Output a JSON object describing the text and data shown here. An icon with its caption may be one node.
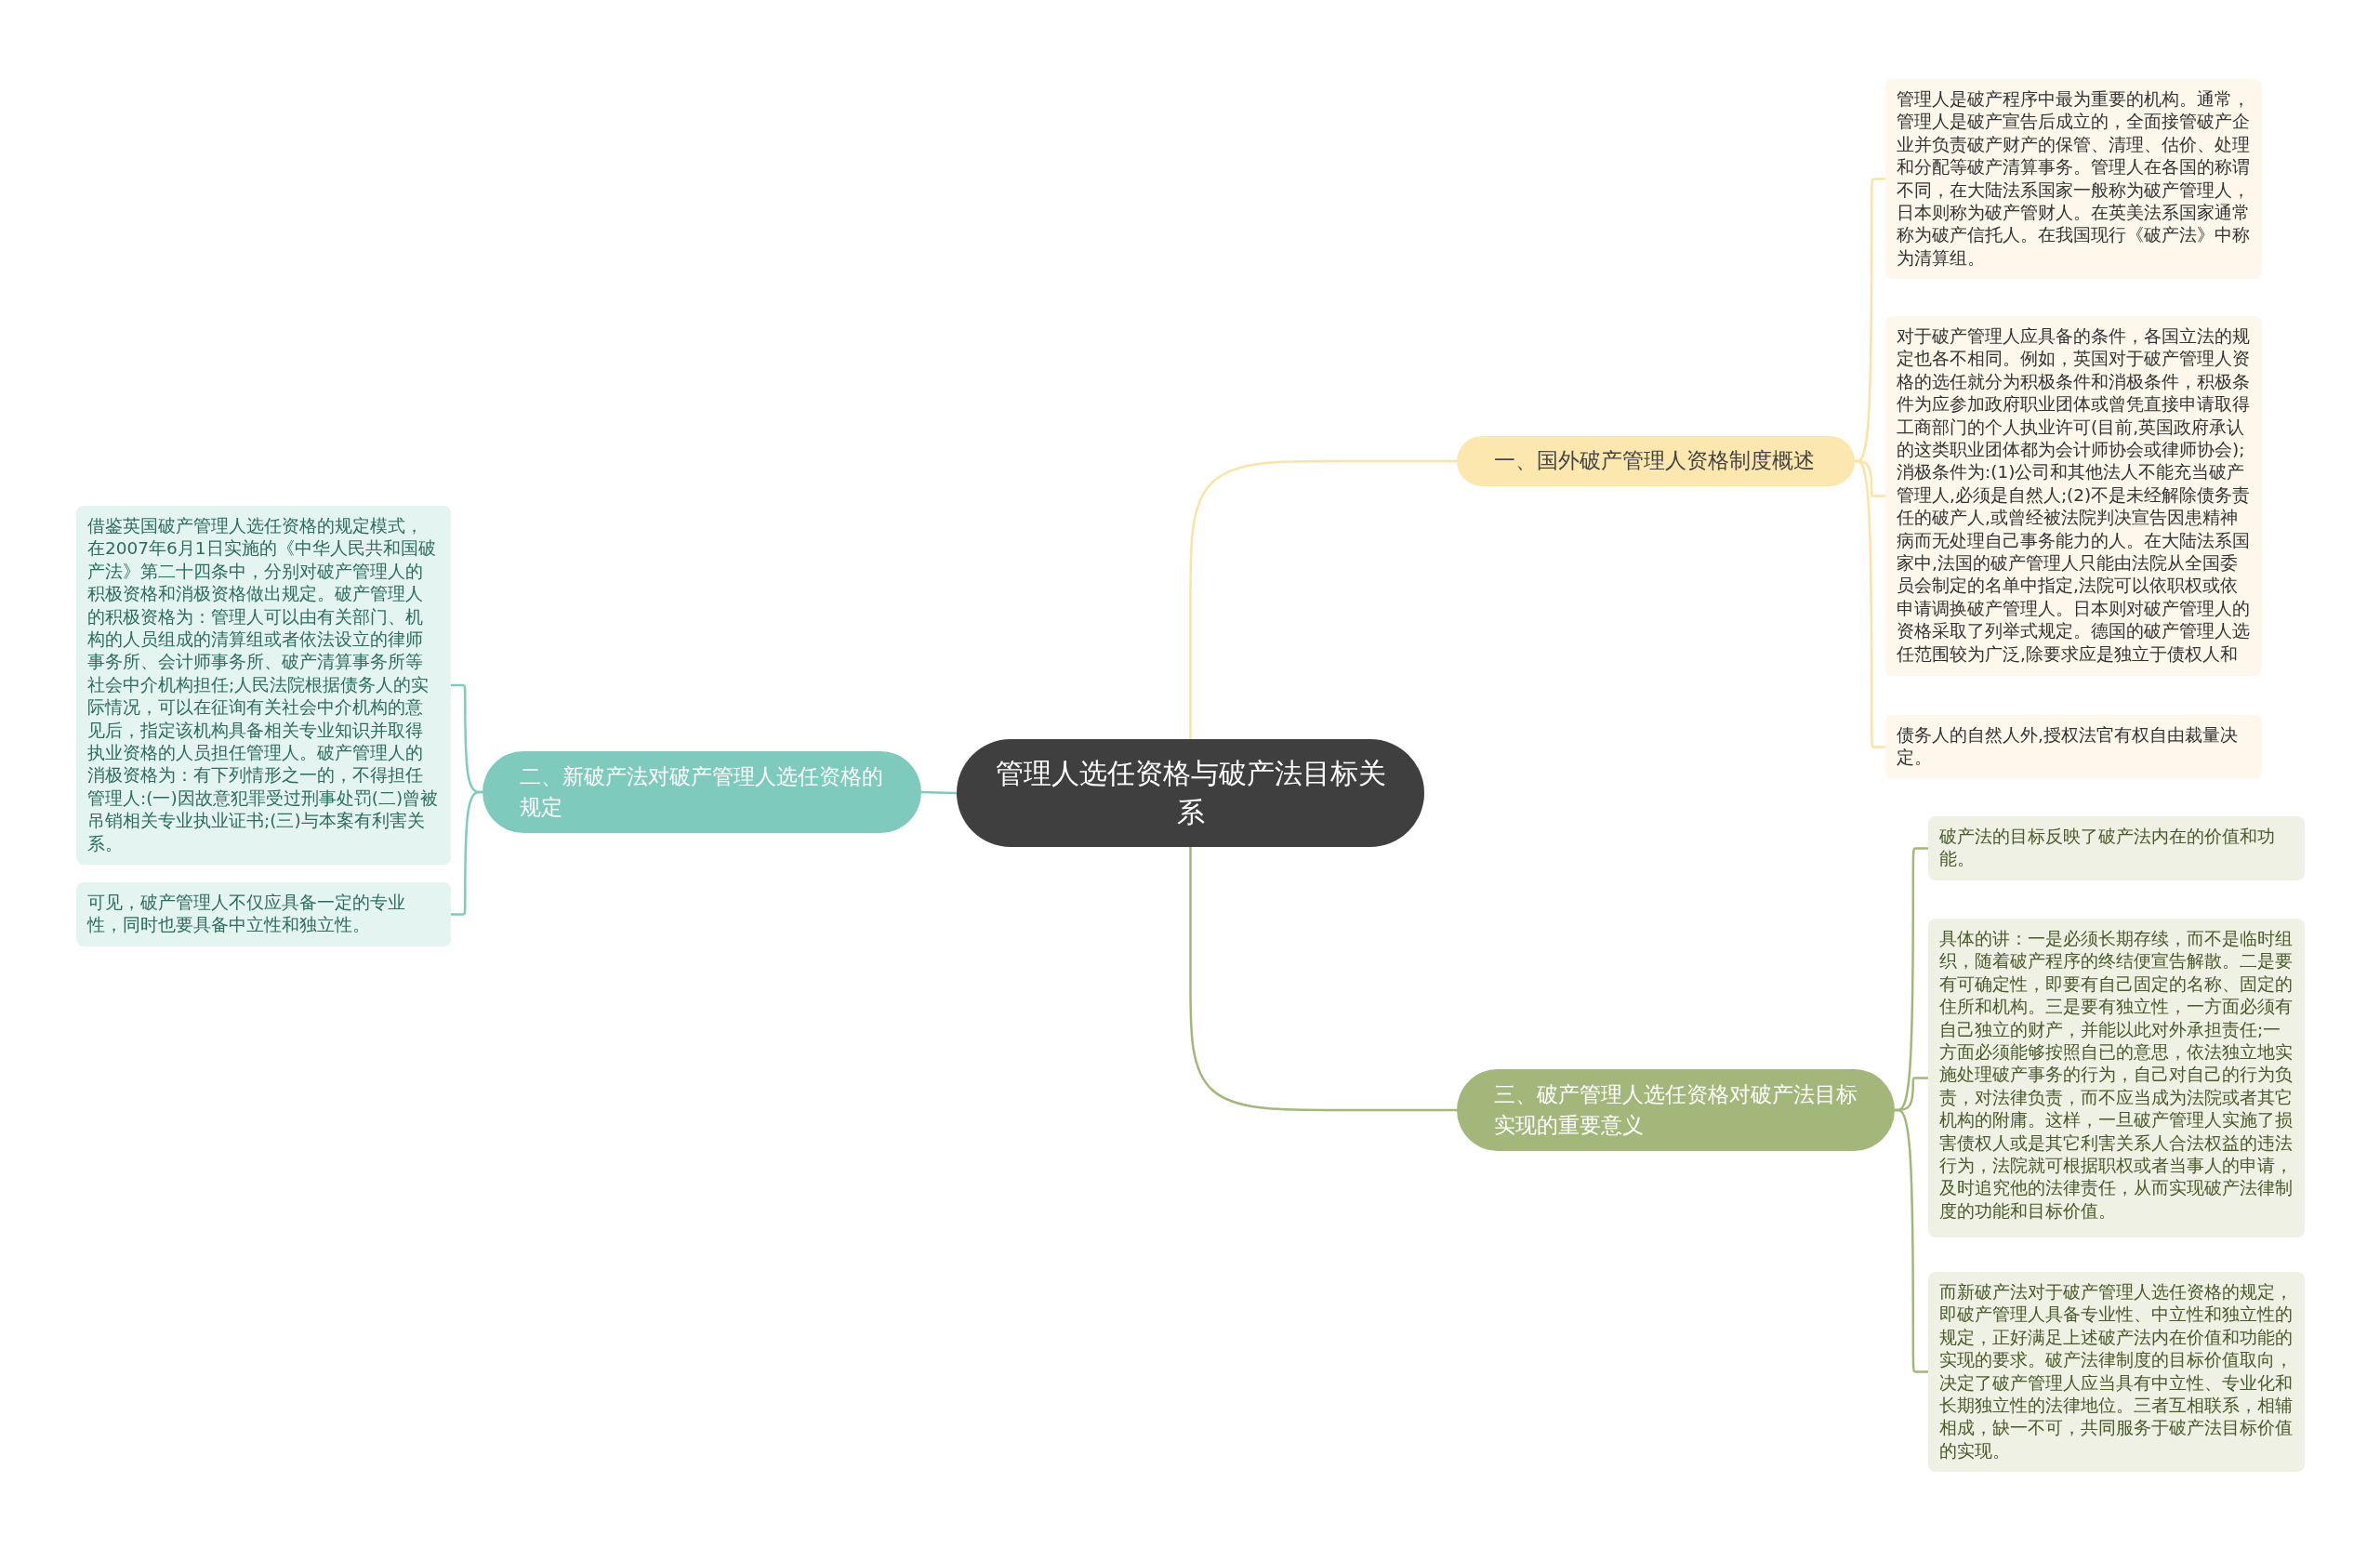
{
  "diagram": {
    "nodes": [
      {
        "text": [
          "管理人选任资格与破产法目标关系"
        ]
      },
      {
        "text": [
          "一、国外破产管理人资格制度概述"
        ]
      },
      {
        "text": [
          "管理人是破产程序中最为重要的机构。通常，管理人是破产宣告后成立的，全面接管破产企业并负责破产财产的保管、清理、估价、处理和分配等破产清算事务。管理人在各国的称谓不同，在大陆法系国家一般称为破产管理人，日本则称为破产管财人。在英美法系国家通常称为破产信托人。在我国现行《破产法》中称为清算组。"
        ]
      },
      {
        "text": [
          "对于破产管理人应具备的条件，各国立法的规定也各不相同。例如，英国对于破产管理人资格的选任就分为积极条件和消极条件，积极条件为应参加政府职业团体或曾凭直接申请取得工商部门的个人执业许可(目前,英国政府承认的这类职业团体都为会计师协会或律师协会);消极条件为:(1)公司和其他法人不能充当破产管理人,必须是自然人;(2)不是未经解除债务责任的破产人,或曾经被法院判决宣告因患精神病而无处理自己事务能力的人。在大陆法系国家中,法国的破产管理人只能由法院从全国委员会制定的名单中指定,法院可以依职权或依申请调换破产管理人。日本则对破产管理人的资格采取了列举式规定。德国的破产管理人选任范围较为广泛,除要求应是独立于债权人和"
        ]
      },
      {
        "text": [
          "债务人的自然人外,授权法官有权自由裁量决定。"
        ]
      },
      {
        "text": [
          "二、新破产法对破产管理人选任资格的规定"
        ]
      },
      {
        "text": [
          "借鉴英国破产管理人选任资格的规定模式，在2007年6月1日实施的《中华人民共和国破产法》第二十四条中，分别对破产管理人的积极资格和消极资格做出规定。破产管理人的积极资格为：管理人可以由有关部门、机构的人员组成的清算组或者依法设立的律师事务所、会计师事务所、破产清算事务所等社会中介机构担任;人民法院根据债务人的实际情况，可以在征询有关社会中介机构的意见后，指定该机构具备相关专业知识并取得执业资格的人员担任管理人。破产管理人的消极资格为：有下列情形之一的，不得担任管理人:(一)因故意犯罪受过刑事处罚(二)曾被吊销相关专业执业证书;(三)与本案有利害关系。"
        ]
      },
      {
        "text": [
          "可见，破产管理人不仅应具备一定的专业性，同时也要具备中立性和独立性。"
        ]
      },
      {
        "text": [
          "三、破产管理人选任资格对破产法目标实现的重要意义"
        ]
      },
      {
        "text": [
          "破产法的目标反映了破产法内在的价值和功能。"
        ]
      },
      {
        "text": [
          "具体的讲：一是必须长期存续，而不是临时组织，随着破产程序的终结便宣告解散。二是要有可确定性，即要有自己固定的名称、固定的住所和机构。三是要有独立性，一方面必须有自己独立的财产，并能以此对外承担责任;一方面必须能够按照自已的意思，依法独立地实施处理破产事务的行为，自己对自己的行为负责，对法律负责，而不应当成为法院或者其它机构的附庸。这样，一旦破产管理人实施了损害债权人或是其它利害关系人合法权益的违法行为，法院就可根据职权或者当事人的申请，及时追究他的法律责任，从而实现破产法律制度的功能和目标价值。"
        ]
      },
      {
        "text": [
          "而新破产法对于破产管理人选任资格的规定，即破产管理人具备专业性、中立性和独立性的规定，正好满足上述破产法内在价值和功能的实现的要求。破产法律制度的目标价值取向，决定了破产管理人应当具有中立性、专业化和长期独立性的法律地位。三者互相联系，相辅相成，缺一不可，共同服务于破产法目标价值的实现。"
        ]
      }
    ],
    "edges": [
      {
        "from": 0,
        "to": 1,
        "arrow": "none",
        "color": "#fbe3a4"
      },
      {
        "from": 1,
        "to": 2,
        "arrow": "none",
        "color": "#fbe3a4"
      },
      {
        "from": 1,
        "to": 3,
        "arrow": "none",
        "color": "#fbe3a4"
      },
      {
        "from": 1,
        "to": 4,
        "arrow": "none",
        "color": "#fbe3a4"
      },
      {
        "from": 0,
        "to": 5,
        "arrow": "none",
        "color": "#7ecbbd"
      },
      {
        "from": 5,
        "to": 6,
        "arrow": "none",
        "color": "#7ecbbd"
      },
      {
        "from": 5,
        "to": 7,
        "arrow": "none",
        "color": "#7ecbbd"
      },
      {
        "from": 0,
        "to": 8,
        "arrow": "none",
        "color": "#a3b77a"
      },
      {
        "from": 8,
        "to": 9,
        "arrow": "none",
        "color": "#a3b77a"
      },
      {
        "from": 8,
        "to": 10,
        "arrow": "none",
        "color": "#a3b77a"
      },
      {
        "from": 8,
        "to": 11,
        "arrow": "none",
        "color": "#a3b77a"
      }
    ]
  }
}
